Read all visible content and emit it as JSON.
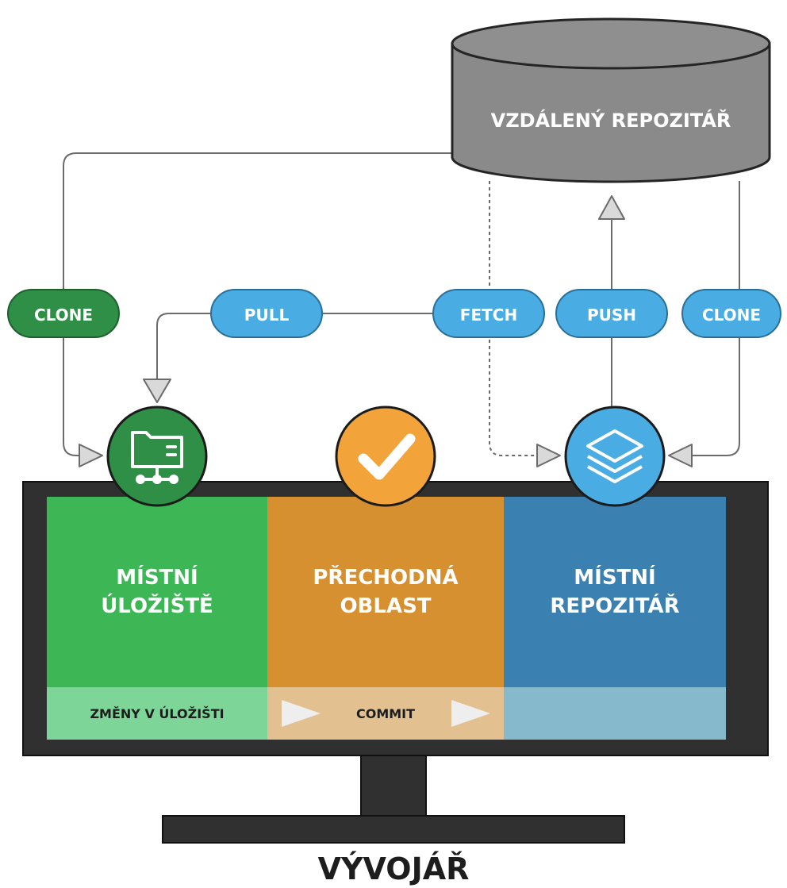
{
  "remote_repository": {
    "label": "VZDÁLENÝ REPOZITÁŘ"
  },
  "operations": {
    "clone_left": "CLONE",
    "pull": "PULL",
    "fetch": "FETCH",
    "push": "PUSH",
    "clone_right": "CLONE"
  },
  "panels": {
    "working_directory": {
      "line1": "MÍSTNÍ",
      "line2": "ÚLOŽIŠTĚ",
      "footer": "ZMĚNY V ÚLOŽIŠTI"
    },
    "staging_area": {
      "line1": "PŘECHODNÁ",
      "line2": "OBLAST",
      "footer": "COMMIT"
    },
    "local_repository": {
      "line1": "MÍSTNÍ",
      "line2": "REPOZITÁŘ"
    }
  },
  "developer": {
    "label": "VÝVOJÁŘ"
  },
  "colors": {
    "green": "#2f8f46",
    "green_light": "#3db655",
    "green_footer": "#7dd598",
    "orange": "#f2a33a",
    "orange_panel": "#d69030",
    "orange_footer": "#e2c08f",
    "blue": "#49ace3",
    "blue_panel": "#3a80b1",
    "blue_footer": "#86b9cc",
    "gray_db": "#8a8a8b",
    "monitor": "#303030"
  },
  "icons": {
    "working_directory": "folder-network-icon",
    "staging_area": "check-icon",
    "local_repository": "layers-icon"
  }
}
